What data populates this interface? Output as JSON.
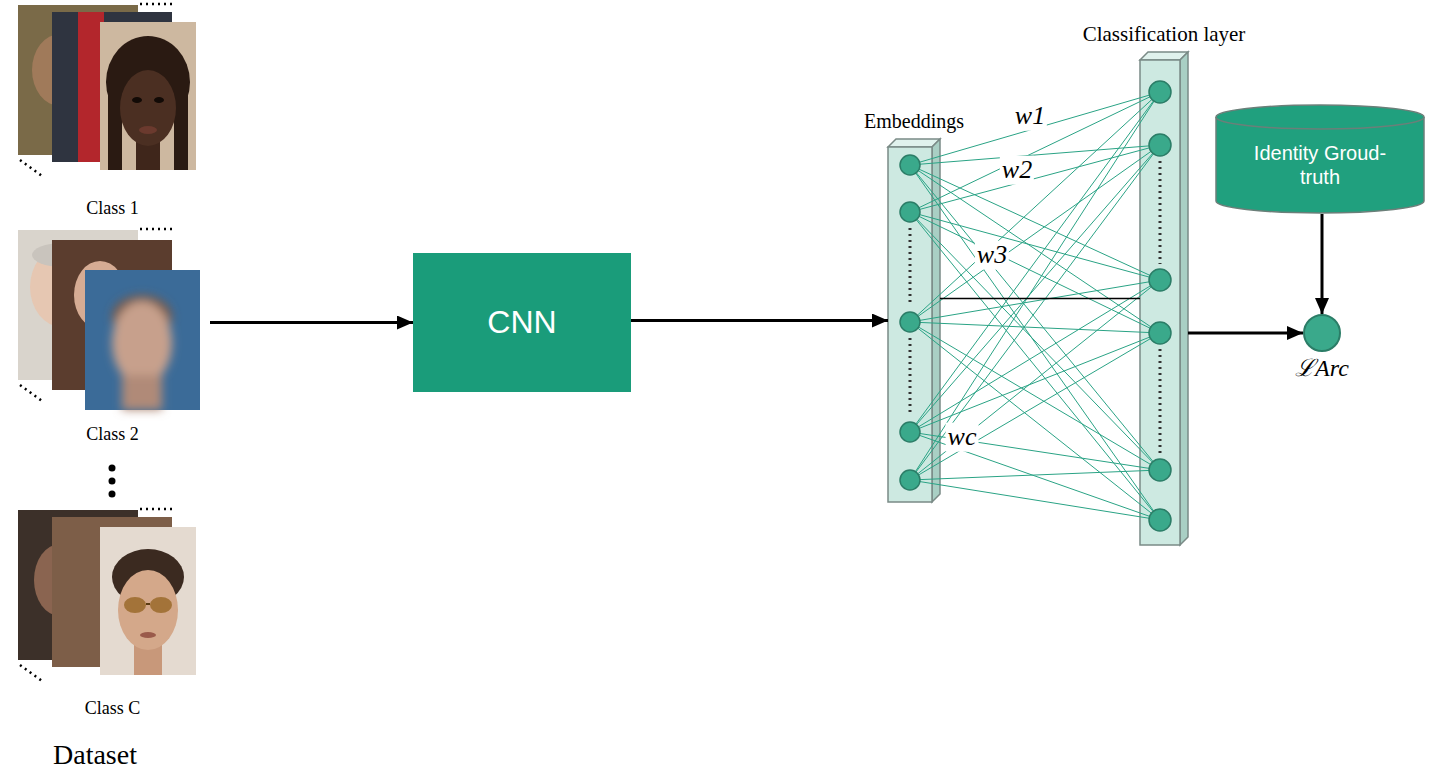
{
  "diagram": {
    "nodes": [
      {
        "text": [
          "Class 1"
        ]
      },
      {
        "text": [
          "Class 2"
        ]
      },
      {
        "text": [
          "Class C"
        ]
      },
      {
        "text": [
          "CNN"
        ]
      },
      {
        "text": [
          "Embeddings"
        ]
      },
      {
        "text": [
          "Classification layer"
        ]
      },
      {
        "text": [
          "Identity Groud-truth"
        ]
      },
      {
        "text": [
          "ℒArc"
        ]
      }
    ],
    "edges": [
      {
        "from": 1,
        "to": 3,
        "arrow": "to"
      },
      {
        "from": 3,
        "to": 4,
        "arrow": "to"
      },
      {
        "from": 4,
        "to": 5,
        "arrow": "none"
      },
      {
        "from": 5,
        "to": 7,
        "arrow": "to"
      },
      {
        "from": 6,
        "to": 7,
        "arrow": "to"
      }
    ],
    "labels": [
      "Dataset",
      "w1",
      "w2",
      "w3",
      "wc"
    ]
  }
}
